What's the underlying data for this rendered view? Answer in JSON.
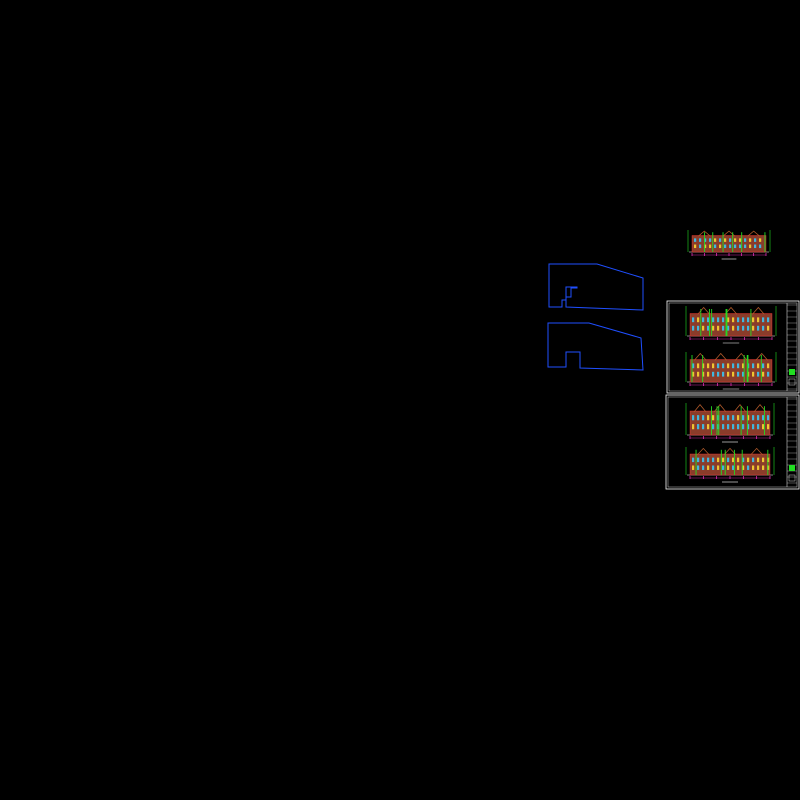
{
  "view": {
    "background": "#000000",
    "colors": {
      "outline": "#1f4fff",
      "frame": "#ffffff",
      "mass": "#8a3c2a",
      "roof": "#b05a2a",
      "green": "#22dd22",
      "magenta": "#ff33cc",
      "cyan": "#33ccff",
      "yellow": "#ffdd33",
      "red": "#ff3333",
      "white": "#ffffff"
    }
  },
  "drawing": {
    "outlines": [
      {
        "name": "site-outline-upper"
      },
      {
        "name": "site-outline-lower"
      }
    ],
    "elevation_groups": [
      {
        "name": "elevation-strip-top",
        "framed": false
      },
      {
        "name": "sheet-1",
        "framed": true
      },
      {
        "name": "sheet-2",
        "framed": true
      }
    ]
  }
}
